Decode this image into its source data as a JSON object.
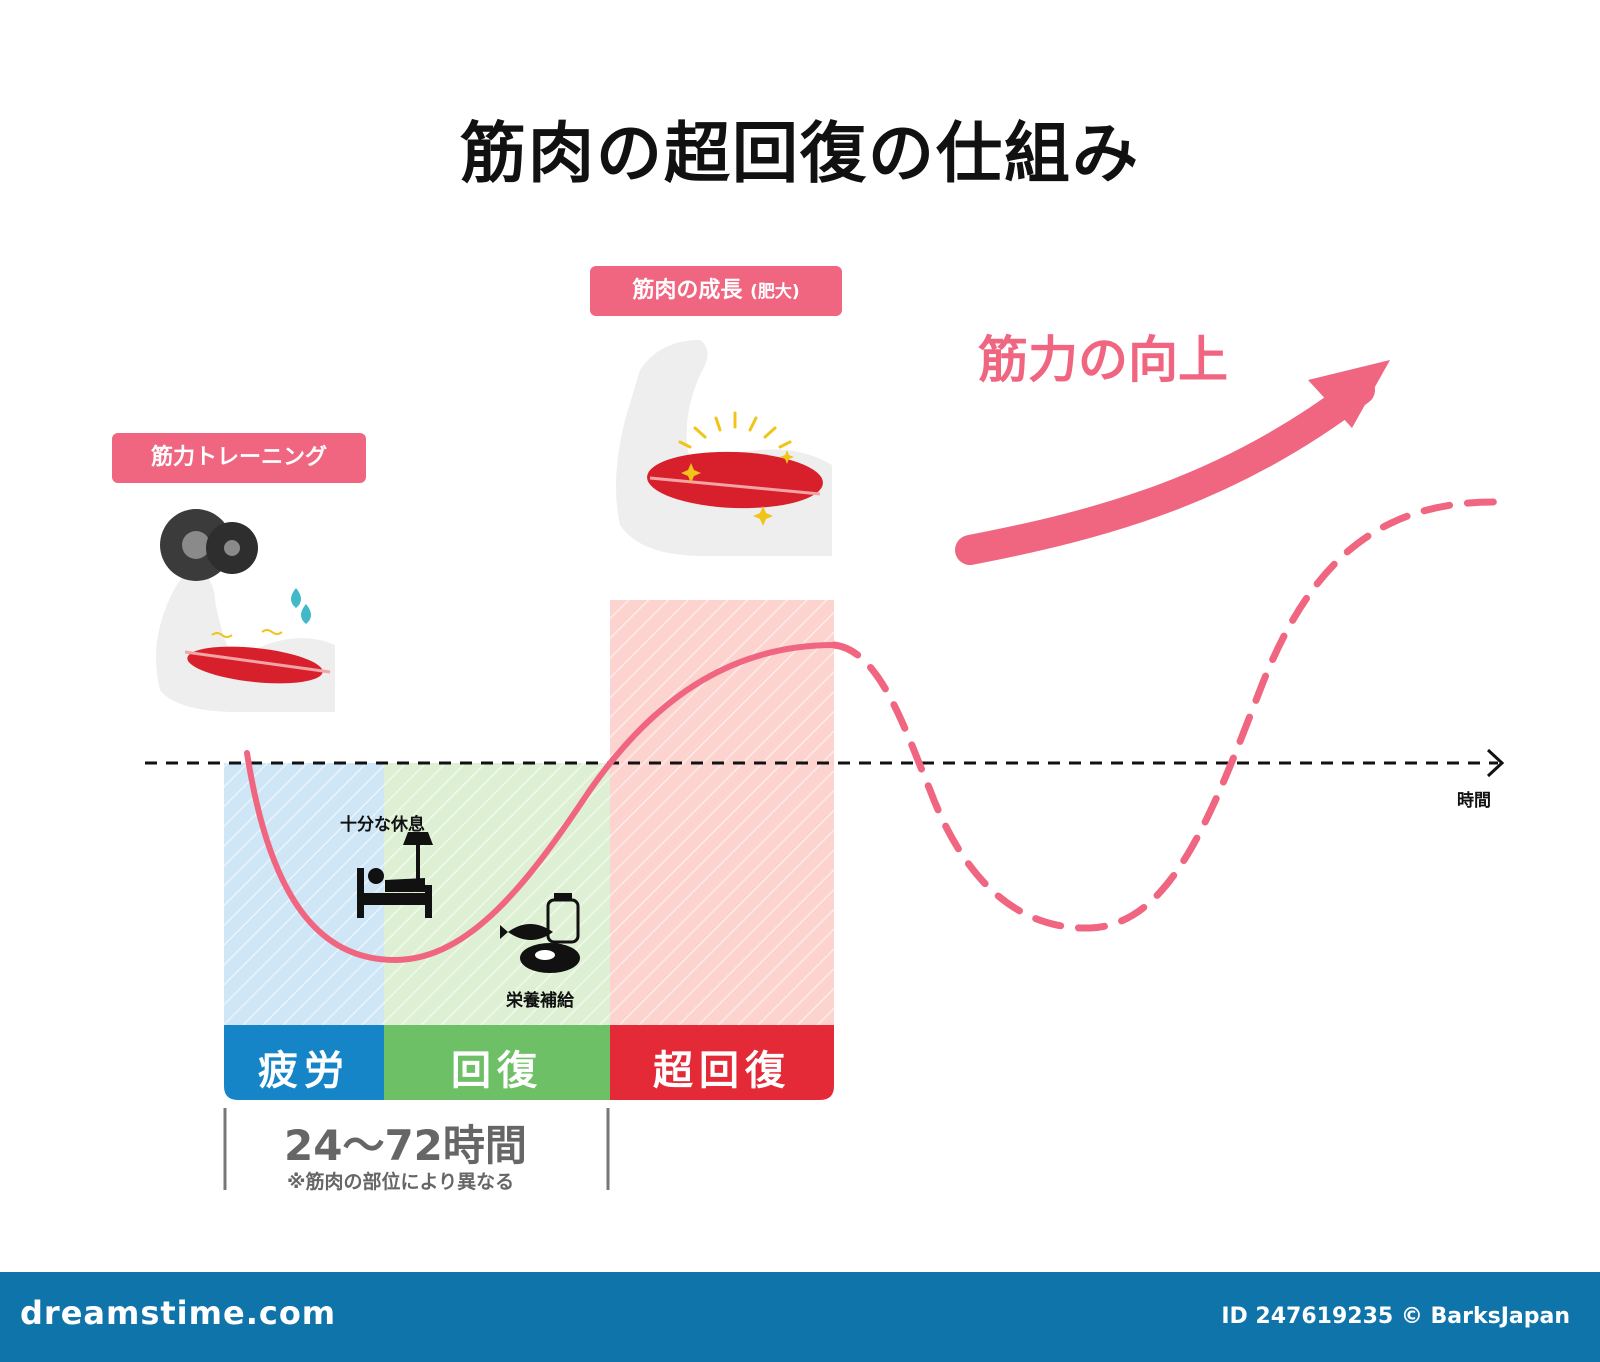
{
  "title": "筋肉の超回復の仕組み",
  "labels": {
    "training": "筋力トレーニング",
    "growth_main": "筋肉の成長",
    "growth_sub": "(肥大)",
    "strength_up": "筋力の向上",
    "rest": "十分な休息",
    "nutrition": "栄養補給",
    "time_axis": "時間"
  },
  "phases": [
    {
      "label": "疲労",
      "color": "#1585c8",
      "bg": "#cfe6f7"
    },
    {
      "label": "回復",
      "color": "#6dc066",
      "bg": "#def0d3"
    },
    {
      "label": "超回復",
      "color": "#e32a36",
      "bg": "#fcd3cf"
    }
  ],
  "duration": {
    "main": "24～72時間",
    "note": "※筋肉の部位により異なる"
  },
  "footer": {
    "brand": "dreamstime.com",
    "credit": "ID 247619235 © BarksJapan"
  },
  "colors": {
    "accent": "#f06681",
    "curve": "#f06681",
    "muscle": "#d8202c",
    "arm": "#eeeeee",
    "footer": "#0e74a9"
  },
  "icons": [
    "dumbbell-icon",
    "sweat-drop-icon",
    "flexed-arm-icon",
    "bed-icon",
    "food-icon",
    "arrow-up-icon"
  ]
}
